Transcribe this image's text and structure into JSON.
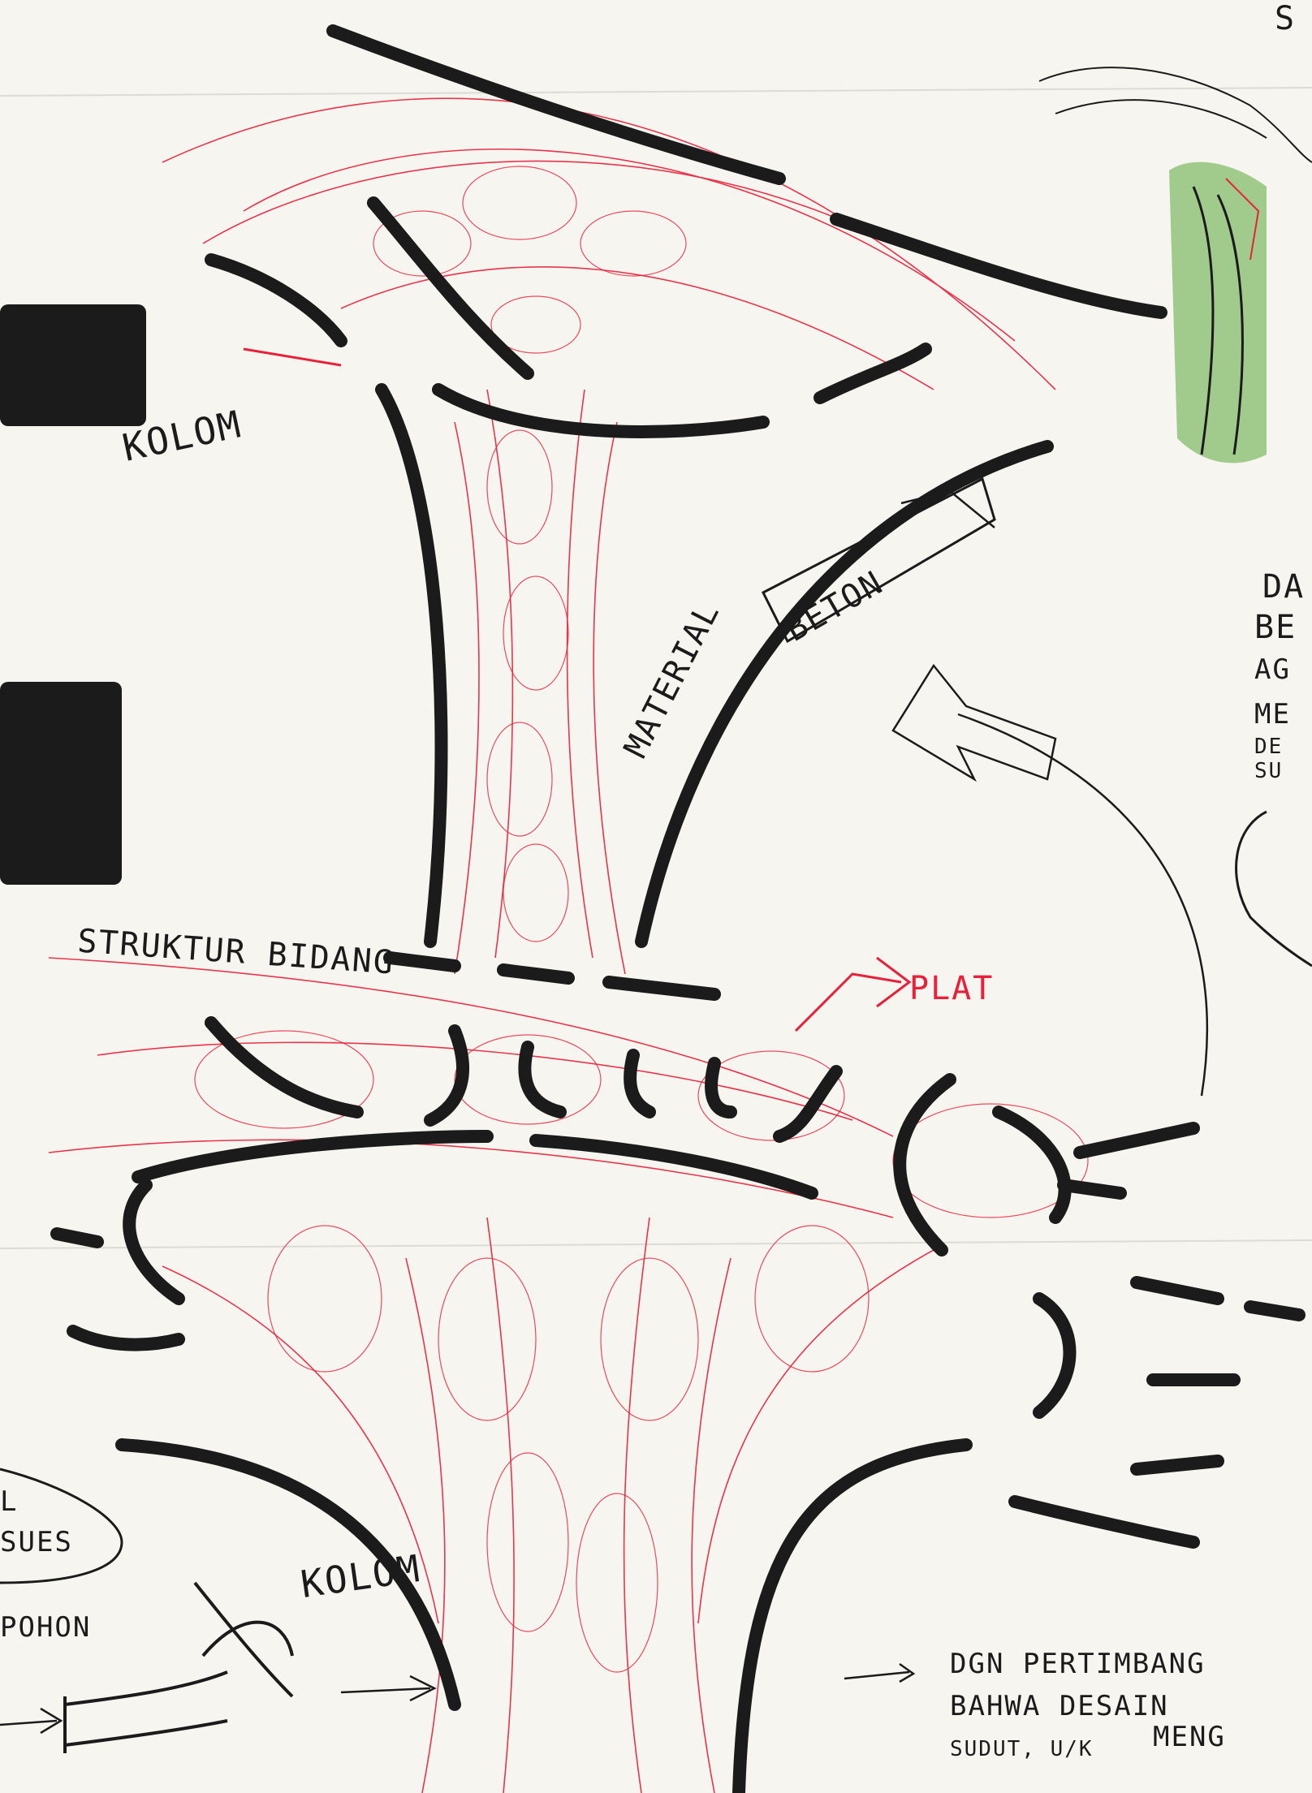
{
  "labels": {
    "kolom_top": "KOLOM",
    "material": "MATERIAL",
    "beton": "BETON",
    "struktur_bidang": "STRUKTUR BIDANG",
    "plat": "PLAT",
    "kolom_bottom": "KOLOM",
    "pohon": "POHON",
    "bubble_l": "L",
    "bubble_sues": "SUES",
    "note_line1": "DGN PERTIMBANG",
    "note_line2": "BAHWA DESAIN",
    "note_line3": "SUDUT, U/K",
    "note_line3b": "MENG",
    "right_da": "DA",
    "right_be": "BE",
    "right_ag": "AG",
    "right_me": "ME",
    "right_de": "DE",
    "right_su": "SU",
    "top_s": "S"
  },
  "colors": {
    "ink": "#1b1b1b",
    "red_ink": "#e8203a",
    "paper": "#f6f5f0",
    "green_wash": "#5aa83a"
  }
}
